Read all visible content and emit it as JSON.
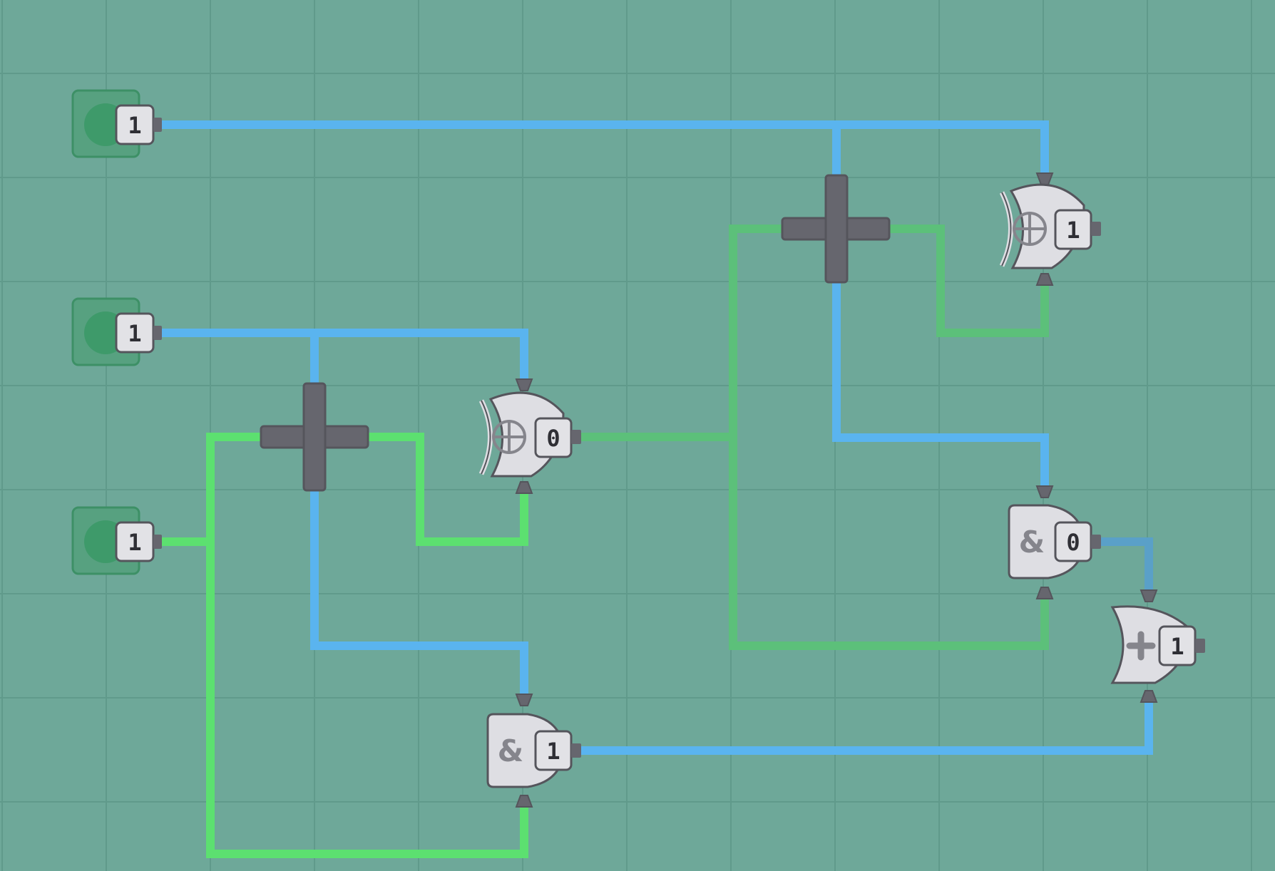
{
  "colors": {
    "background": "#6ea899",
    "grid_line": "#5f9989",
    "wire_blue": "#5ab4ef",
    "wire_blue_dim": "#5aa0c8",
    "wire_green": "#5ce070",
    "wire_green_dim": "#5cc07a",
    "crossing": "#66666e",
    "gate_body": "#dedee3",
    "gate_outline": "#55555c",
    "input_pad": "#3e9a6a"
  },
  "inputs": [
    {
      "id": "input-1",
      "value": "1"
    },
    {
      "id": "input-2",
      "value": "1"
    },
    {
      "id": "input-3",
      "value": "1"
    }
  ],
  "gates": [
    {
      "id": "xor-gate-1",
      "type": "xor",
      "icon": "circle-plus-icon",
      "output": "0"
    },
    {
      "id": "xor-gate-2",
      "type": "xor",
      "icon": "circle-plus-icon",
      "output": "1"
    },
    {
      "id": "and-gate-1",
      "type": "and",
      "icon": "ampersand-icon",
      "output": "1"
    },
    {
      "id": "and-gate-2",
      "type": "and",
      "icon": "ampersand-icon",
      "output": "0"
    },
    {
      "id": "or-gate-1",
      "type": "or",
      "icon": "plus-icon",
      "output": "1"
    }
  ],
  "crossings": [
    {
      "id": "wire-crossing-1"
    },
    {
      "id": "wire-crossing-2"
    }
  ]
}
